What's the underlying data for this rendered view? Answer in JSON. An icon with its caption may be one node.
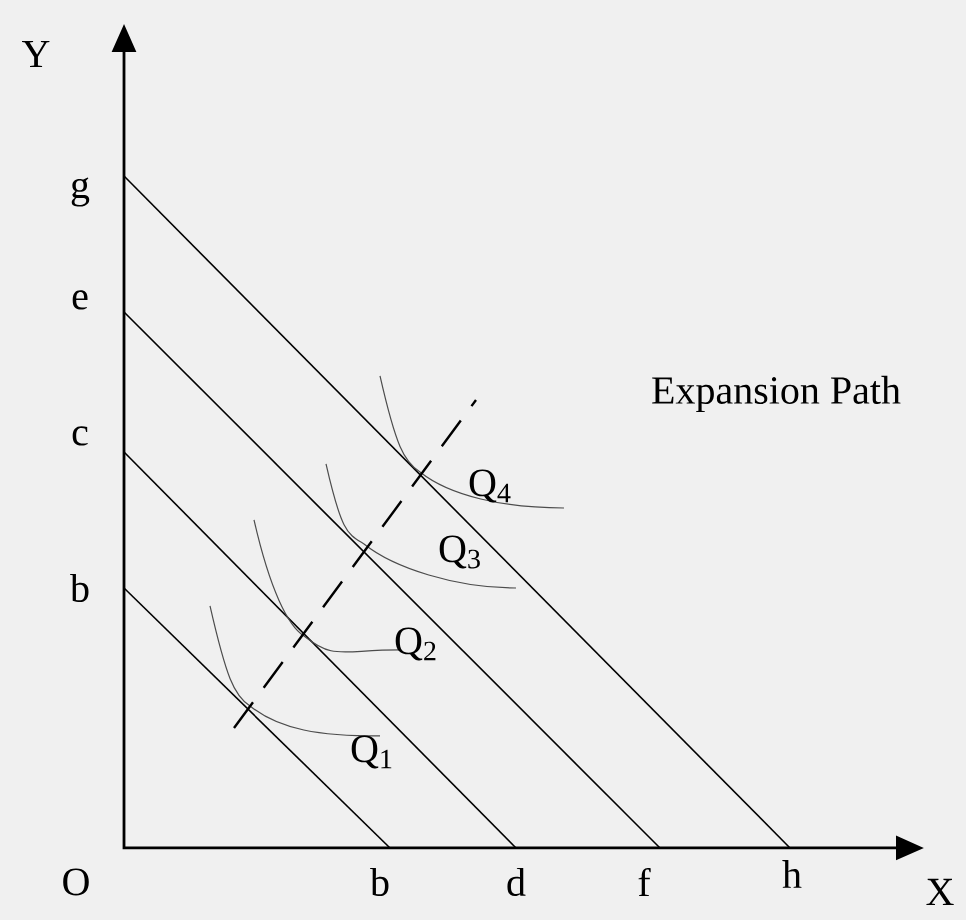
{
  "diagram": {
    "labels": [
      "Y",
      "g",
      "e",
      "c",
      "Expansion Path",
      "Q$_{4}$",
      "Q$_{3}$",
      "b",
      "Q$_{2}$",
      "Q$_{1}$",
      "O",
      "b",
      "d",
      "f",
      "h",
      "X"
    ]
  }
}
